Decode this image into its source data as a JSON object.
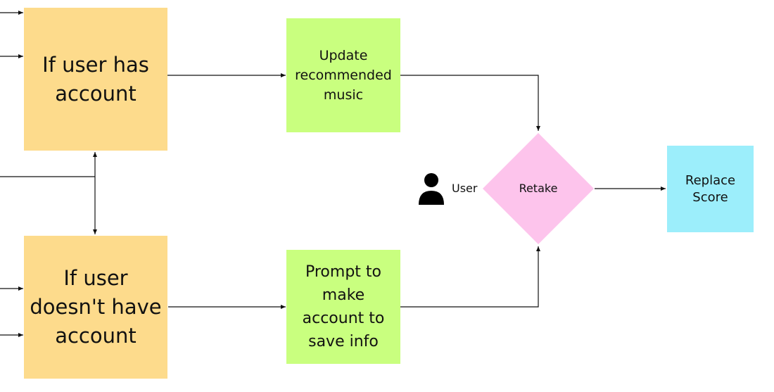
{
  "nodes": {
    "has_account": "If user has\naccount",
    "no_account": "If user\ndoesn't have\naccount",
    "update_music": "Update\nrecommended\nmusic",
    "prompt_account": "Prompt to\nmake\naccount to\nsave info",
    "retake": "Retake",
    "replace_score": "Replace\nScore"
  },
  "actor": {
    "label": "User",
    "icon": "person-icon"
  },
  "colors": {
    "decision_box": "#fddb8c",
    "action_box": "#c9ff7f",
    "retake_diamond": "#fdc4ec",
    "result_box": "#9ceefb",
    "connector": "#111111"
  }
}
